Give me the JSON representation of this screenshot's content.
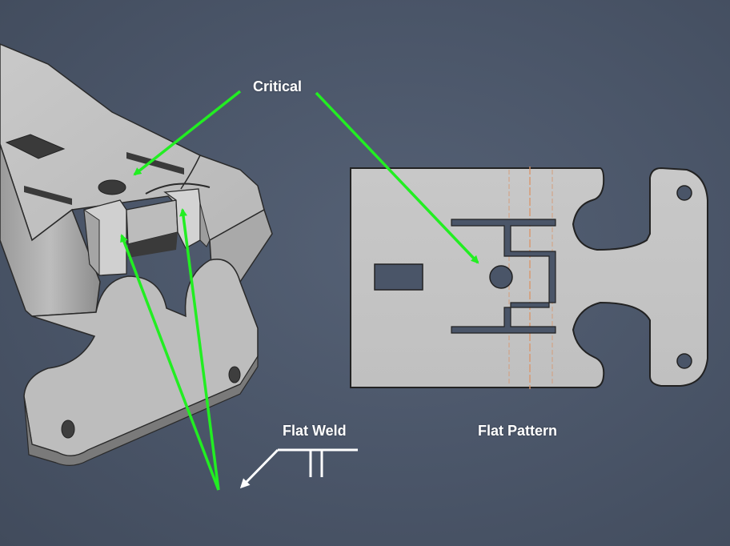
{
  "labels": {
    "critical": "Critical",
    "flat_weld": "Flat Weld",
    "flat_pattern": "Flat Pattern"
  },
  "colors": {
    "background": "#4a5568",
    "sheet_metal": "#c4c4c4",
    "annotation_arrow": "#22ee22",
    "weld_symbol": "#ffffff",
    "bend_lines": "#d9956a"
  },
  "parts": [
    "3d-bracket-model",
    "flat-pattern"
  ]
}
